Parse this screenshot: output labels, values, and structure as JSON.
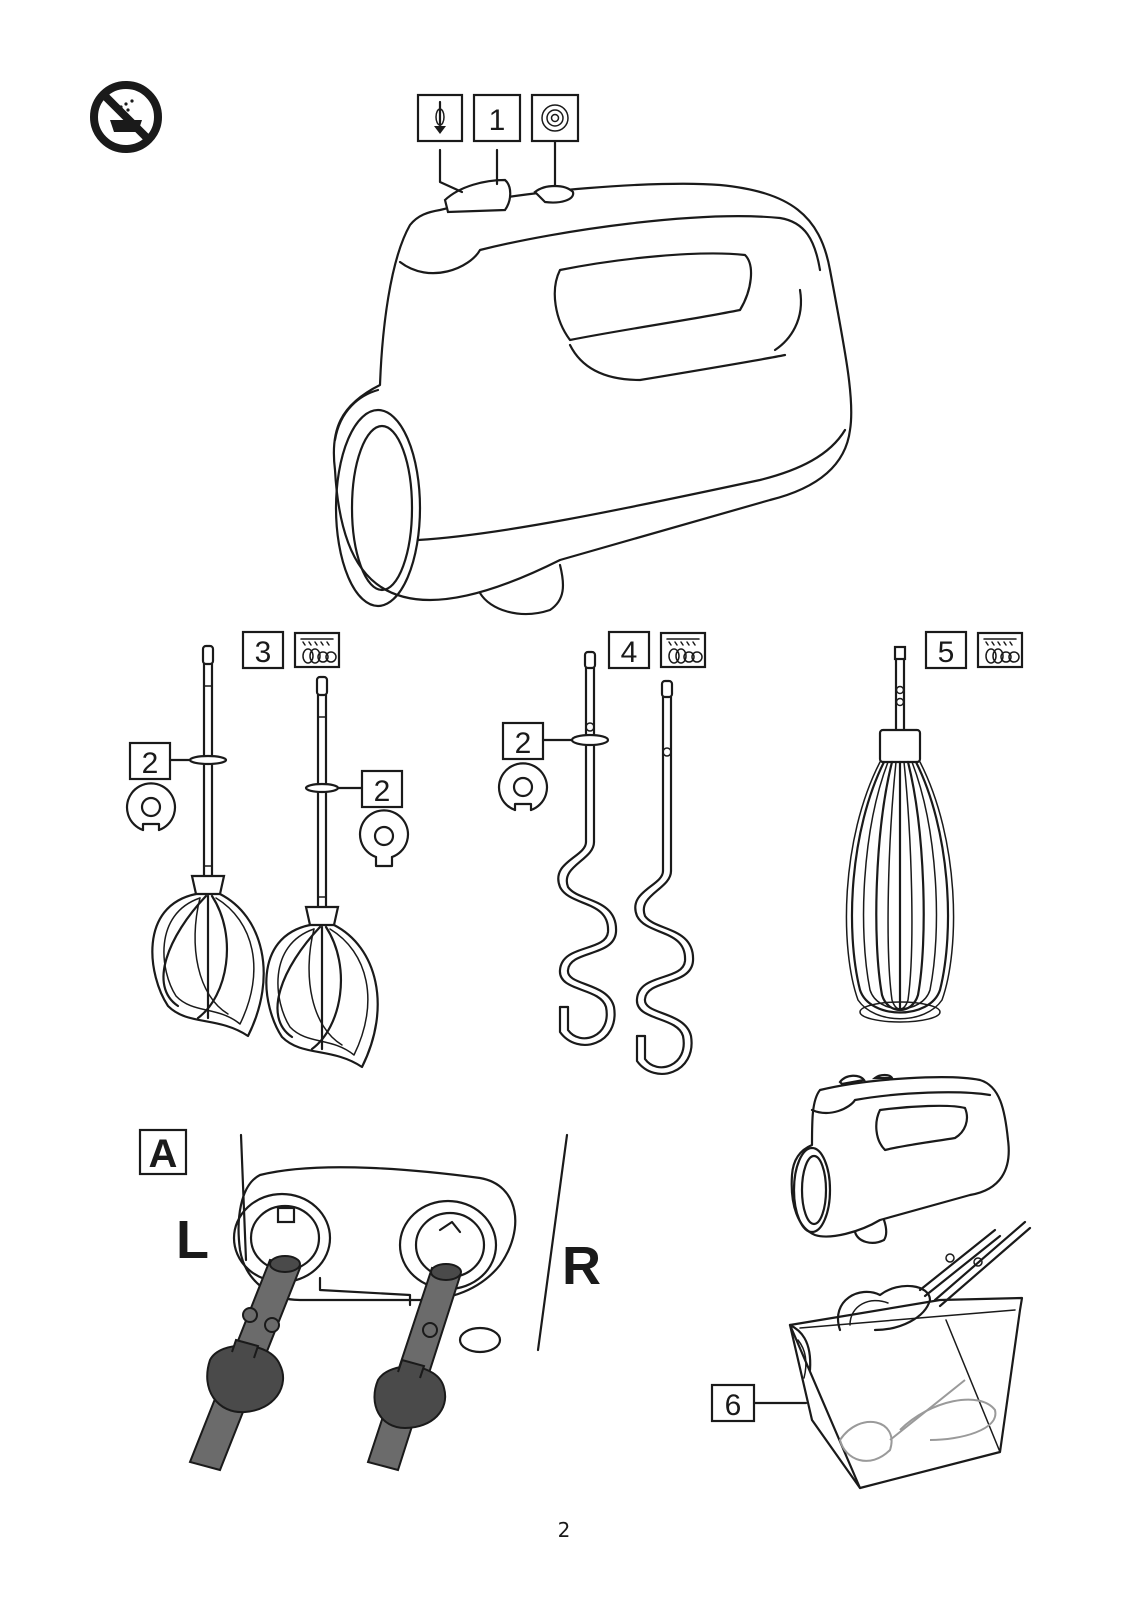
{
  "page_number": "2",
  "callouts": {
    "speed_button": "1",
    "beater_collar": "2",
    "beaters": "3",
    "dough_hooks": "4",
    "whisk": "5",
    "storage_box": "6"
  },
  "section_label": "A",
  "left_socket_label": "L",
  "right_socket_label": "R",
  "icons": {
    "no_water": "no-water-immersion-icon",
    "eject": "eject-icon",
    "turbo": "turbo-spiral-icon",
    "dishwasher": "dishwasher-safe-icon",
    "key_slot": "key-slot-icon"
  },
  "colors": {
    "line": "#1a1a1a",
    "shaft_grey": "#6b6b6b",
    "background": "#ffffff"
  }
}
